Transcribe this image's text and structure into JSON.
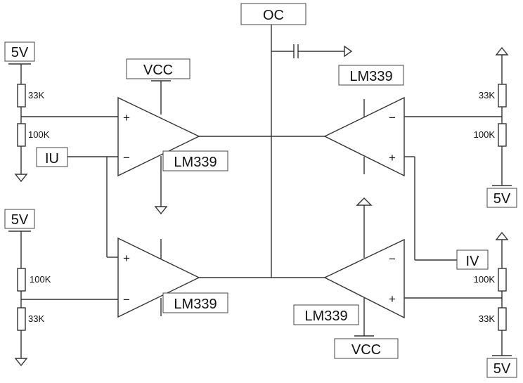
{
  "labels": {
    "oc": "OC",
    "vcc": "VCC",
    "supply": "5V",
    "input_u": "IU",
    "input_v": "IV",
    "comparator": "LM339",
    "plus": "+",
    "minus": "−"
  },
  "resistors": {
    "r33k": "33K",
    "r100k": "100K"
  }
}
